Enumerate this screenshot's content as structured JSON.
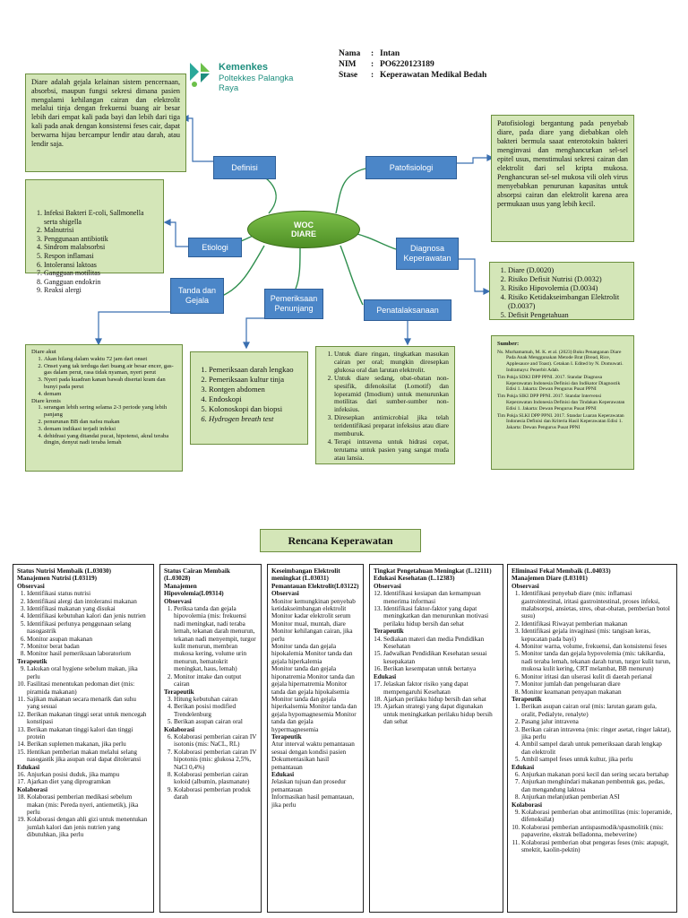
{
  "header": {
    "logo_line1": "Kemenkes",
    "logo_line2": "Poltekkes Palangka Raya",
    "student": [
      {
        "label": "Nama",
        "value": "Intan"
      },
      {
        "label": "NIM",
        "value": "PO6220123189"
      },
      {
        "label": "Stase",
        "value": "Keperawatan Medikal Bedah"
      }
    ]
  },
  "woc": {
    "line1": "WOC",
    "line2": "DIARE"
  },
  "nodes": {
    "definisi": "Definisi",
    "patofisiologi": "Patofisiologi",
    "etiologi": "Etiologi",
    "diagnosa": "Diagnosa Keperawatan",
    "tanda": "Tanda dan Gejala",
    "pemeriksaan": "Pemeriksaan Penunjang",
    "penatalaksanaan": "Penatalaksanaan"
  },
  "definisi_text": "Diare adalah gejala kelainan sistem pencernaan, absorbsi, maupun fungsi sekresi dimana pasien mengalami kehilangan cairan dan elektrolit melalui tinja dengan frekuensi buang air besar lebih dari empat kali pada bayi dan lebih dari tiga kali pada anak dengan konsistensi feses cair, dapat berwarna hijau bercampur lendir atau darah, atau lendir saja.",
  "patofisiologi_text": "Patofisiologi bergantung pada penyebab diare, pada diare yang diebabkan oleh bakteri bermula saaat enterotoksin bakteri menginvasi dan menghancurkan sel-sel epitel usus, menstimulasi sekresi cairan dan elektrolit dari sel kripta mukosa. Penghancuran sel-sel mukosa vili oleh virus menyebabkan penurunan kapasitas untuk absorpsi cairan dan elektrolit karena area permukaan usus yang lebih kecil.",
  "etiologi_list": [
    "Infeksi Bakteri E-coli, Sallmonella serta shigella",
    "Malnutrisi",
    "Penggunaan antibiotik",
    "Sindrom malabsorbsi",
    "Respon inflamasi",
    "Intoleransi laktoas",
    "Gangguan motilitas",
    "Gangguan endokrin",
    "Reaksi alergi"
  ],
  "diagnosa_list": [
    "Diare (D.0020)",
    "Risiko Defisit Nutrisi (D.0032)",
    "Risiko Hipovolemia (D.0034)",
    "Risiko Ketidakseimbangan Elektrolit (D.0037)",
    "Defisit Pengetahuan"
  ],
  "tanda": {
    "akut_label": "Diare akut",
    "akut": [
      "Akan hilang dalam waktu 72 jam dari onset",
      "Onset yang tak terduga dari buang air besar encer, gas-gas dalam perut, rasa tidak nyaman, nyeri perut",
      "Nyeri pada kuadran kanan bawah disertai kram dan bunyi pada perut",
      "demam"
    ],
    "kronis_label": "Diare kronis",
    "kronis": [
      "serangan lebih sering selama 2-3 periode yang lebih panjang",
      "penurunan BB dan nafsu makan",
      "demam indikasi terjadi infeksi",
      "dehidrasi yang ditandai pucat, hipotensi, akral teraba dingin, denyut nadi teraba lemah"
    ]
  },
  "pemeriksaan_list": [
    "Pemeriksaan darah lengkao",
    "Pemeriksaan kultur tinja",
    "Rontgen abdomen",
    "Endoskopi",
    "Kolonoskopi dan biopsi",
    "Hydrogen breath test"
  ],
  "penatalaksanaan_list": [
    "Untuk diare ringan, tingkatkan masukan cairan per oral; mungkin diresepkan glukosa oral dan larutan elektrolit.",
    "Untuk diare sedang, obat-obatan non-spesifik, difenoksilat (Lomotif) dan loperamid (Imodium) untuk menurunkan motilitas dari sumber-sumber non- infeksius.",
    "Diresepkan antimicrobial jika telah teridentifikasi preparat infeksius atau diare memburuk.",
    "Terapi intravena untuk hidrasi cepat, terutama untuk pasien yang sangat muda atau lansia."
  ],
  "sumber": {
    "title": "Sumber:",
    "refs": [
      "Ns. Murhamamah, M. K. et al. (2023) Buku Penanganan Diare Pada Anak Menggunakan Metode Brat (Bread, Rice, Applesauce and Toast). Cetakan I. Edited by N. Domuwati. Indramayu: Penerbit Adab.",
      "Tim Pokja SDKI DPP PPNI. 2017. Standar Diagnosa Keperawatan Indonesia Definisi dan Indikator Diagnostik Edisi 1. Jakarta: Dewan Pengurus Pusat PPNI",
      "Tim Pokja SIKI DPP PPNI. 2017. Standar Intervensi Keperawatan Indonesia Definisi dan Tindakan Keperawatan Edisi 1. Jakarta: Dewan Pengurus Pusat PPNI",
      "Tim Pokja SLKI DPP PPNI. 2017. Standar Luaran Keperawatan Indonesia Definisi dan Kriteria Hasil Keperawatan Edisi 1. Jakarta: Dewan Pengurus Pusat PPNI"
    ]
  },
  "rencana": {
    "title": "Rencana Keperawatan",
    "columns": [
      {
        "heading": [
          "Status Nutrisi Membaik (L.03030)",
          "Manajemen Nutrisi (L03119)"
        ],
        "sections": [
          {
            "label": "Observasi",
            "start": 1,
            "items": [
              "Identifikasi status nutrisi",
              "Identifikasi alergi dan intoleransi makanan",
              "Identifikasi makanan yang disukai",
              "Identifikasi kebutuhan kalori dan jenis nutrien",
              "Identifikasi perlunya penggunaan selang nasogastrik",
              "Monitor asupan makanan",
              "Monitor berat badan",
              "Monitor hasil pemeriksaan laboratorium"
            ]
          },
          {
            "label": "Terapeutik",
            "start": 9,
            "items": [
              "Lakukan oral hygiene sebelum makan, jika perlu",
              "Fasilitasi menentukan pedoman diet (mis: piramida makanan)",
              "Sajikan makanan secara menarik dan suhu yang sesuai",
              "Berikan makanan tinggi serat untuk mencegah konstipasi",
              "Berikan makanan tinggi kalori dan tinggi protein",
              "Berikan suplemen makanan, jika perlu",
              "Hentikan pemberian makan melalui selang nasogastik jika asupan oral dapat ditoleransi"
            ]
          },
          {
            "label": "Edukasi",
            "start": 16,
            "items": [
              "Anjurkan posisi duduk, jika mampu",
              "Ajarkan diet yang diprogramkan"
            ]
          },
          {
            "label": "Kolaborasi",
            "start": 18,
            "items": [
              "Kolaborasi pemberian medikasi sebelum makan (mis: Pereda nyeri, antiemetik), jika perlu",
              "Kolaborasi dengan ahli gizi untuk menentukan jumlah kalori dan jenis nutrien yang dibutuhkan, jika perlu"
            ]
          }
        ]
      },
      {
        "heading": [
          "Status Cairan Membaik (L.03028)",
          "Manajemen Hipovolemia(L09314)"
        ],
        "sections": [
          {
            "label": "Observasi",
            "start": 1,
            "items": [
              "Periksa tanda dan gejala hipovolemia (mis: frekuensi nadi meningkat, nadi teraba lemah, tekanan darah menurun, tekanan nadi menyempit, turgor kulit menurun, membran mukosa kering, volume urin menurun, hematokrit meningkat, haus, lemah)",
              "Monitor intake dan output cairan"
            ]
          },
          {
            "label": "Terapeutik",
            "start": 3,
            "items": [
              "Hitung kebutuhan cairan",
              "Berikan posisi modified Trendelenburg",
              "Berikan asupan cairan oral"
            ]
          },
          {
            "label": "Kolaborasi",
            "start": 6,
            "items": [
              "Kolaborasi pemberian cairan IV isotonis (mis: NaCL, RL)",
              "Kolaborasi pemberian cairan IV hipotonis (mis: glukosa 2,5%, NaCl 0,4%)",
              "Kolaborasi pemberian cairan koloid (albumin, plasmanate)",
              "Kolaborasi pemberian produk darah"
            ]
          }
        ]
      },
      {
        "heading": [
          "Keseimbangan Elektrolit meningkat (L.03031)",
          "Pemantauan Elektrolit(L03122)"
        ],
        "sections": [
          {
            "label": "Observasi",
            "start": 0,
            "items": [
              "Monitor kemungkinan penyebab ketidakseimbangan elektrolit",
              "Monitor kadar elektrolit serum",
              "Monitor mual, muntah, diare",
              "Monitor kehilangan cairan, jika perlu",
              "Monitor tanda dan gejala hipokalemia Monitor tanda dan gejala hiperkalemia",
              "Monitor tanda dan gejala hiponatremia Monitor tanda dan gejala hipernatremia Monitor tanda dan gejala hipokalsemia",
              "Monitor tanda dan gejala hiperkalsemia Monitor tanda dan gejala hypomagnesemia Monitor tanda dan gejala hypermagnesemia"
            ]
          },
          {
            "label": "Terapeutik",
            "start": 0,
            "items": [
              "Atur interval waktu pemantauan sesuai dengan kondisi pasien",
              "Dokumentasikan hasil pemantauan"
            ]
          },
          {
            "label": "Edukasi",
            "start": 0,
            "items": [
              "Jelaskan tujuan dan prosedur pemantauan",
              "Informasikan hasil pemantauan, jika perlu"
            ]
          }
        ]
      },
      {
        "heading": [
          "Tingkat Pengetahuan Meningkat (L.12111)",
          "Edukasi Kesehatan (L.12383)"
        ],
        "sections": [
          {
            "label": "Observasi",
            "start": 12,
            "items": [
              "Identifikasi kesiapan dan kemampuan menerima informasi",
              "Identifikasi faktor-faktor yang dapat meningkatkan dan menurunkan motivasi perilaku hidup bersih dan sehat"
            ]
          },
          {
            "label": "Terapeutik",
            "start": 14,
            "items": [
              "Sediakan materi dan media Pendidikan Kesehatan",
              "Jadwalkan Pendidikan Kesehatan sesuai kesepakatan",
              "Berikan kesempatan untuk bertanya"
            ]
          },
          {
            "label": "Edukasi",
            "start": 17,
            "items": [
              "Jelaskan faktor risiko yang dapat mempengaruhi Kesehatan",
              "Ajarkan perilaku hidup bersih dan sehat",
              "Ajarkan strategi yang dapat digunakan untuk meningkatkan perilaku hidup bersih dan sehat"
            ]
          }
        ]
      },
      {
        "heading": [
          "Eliminasi Fekal Membaik (L.04033)",
          "Manajemen Diare (L03101)"
        ],
        "sections": [
          {
            "label": "Observasi",
            "start": 1,
            "items": [
              "Identifikasi penyebab diare (mis: inflamasi gastrointestinal, iritasi gastrointestinal, proses infeksi, malabsorpsi, ansietas, stres, obat-obatan, pemberian botol susu)",
              "Identifikasi Riwayat pemberian makanan",
              "Identifikasi gejala invaginasi (mis: tangisan keras, kepucatan pada bayi)",
              "Monitor warna, volume, frekuensi, dan konsistensi feses",
              "Monitor tanda dan gejala hypovolemia (mis: takikardia, nadi teraba lemah, tekanan darah turun, turgor kulit turun, mukosa kulit kering, CRT melambat, BB menurun)",
              "Monitor iritasi dan ulserasi kulit di daerah perianal",
              "Monitor jumlah dan pengeluaran diare",
              "Monitor keamanan penyapan makanan"
            ]
          },
          {
            "label": "Terapeutik",
            "start": 1,
            "items": [
              "Berikan asupan cairan oral (mis: larutan garam gula, oralit, Pedialyte, renalyte)",
              "Pasang jalur intravena",
              "Berikan cairan intravena (mis: ringer asetat, ringer laktat), jika perlu",
              "Ambil sampel darah untuk pemeriksaan darah lengkap dan elektrolit",
              "Ambil sampel feses untuk kultur, jika perlu"
            ]
          },
          {
            "label": "Edukasi",
            "start": 6,
            "items": [
              "Anjurkan makanan porsi kecil dan sering secara bertahap",
              "Anjurkan menghindari makanan pembentuk gas, pedas, dan mengandung laktosa",
              "Anjurkan melanjutkan pemberian ASI"
            ]
          },
          {
            "label": "Kolaborasi",
            "start": 9,
            "items": [
              "Kolaborasi pemberian obat antimotilitas (mis: loperamide, difenoksilat)",
              "Kolaborasi pemberian antispasmodik/spasmolitik (mis: papaverine, ekstrak belladonna, mebeverine)",
              "Kolaborasi pemberian obat pengeras feses (mis: atapugit, smektit, kaolin-pektin)"
            ]
          }
        ]
      }
    ]
  },
  "colors": {
    "accent_blue": "#4b86c8",
    "box_green": "#d4e6b8",
    "woc_green": "#5fa52f",
    "logo_teal": "#1e8e7e"
  }
}
